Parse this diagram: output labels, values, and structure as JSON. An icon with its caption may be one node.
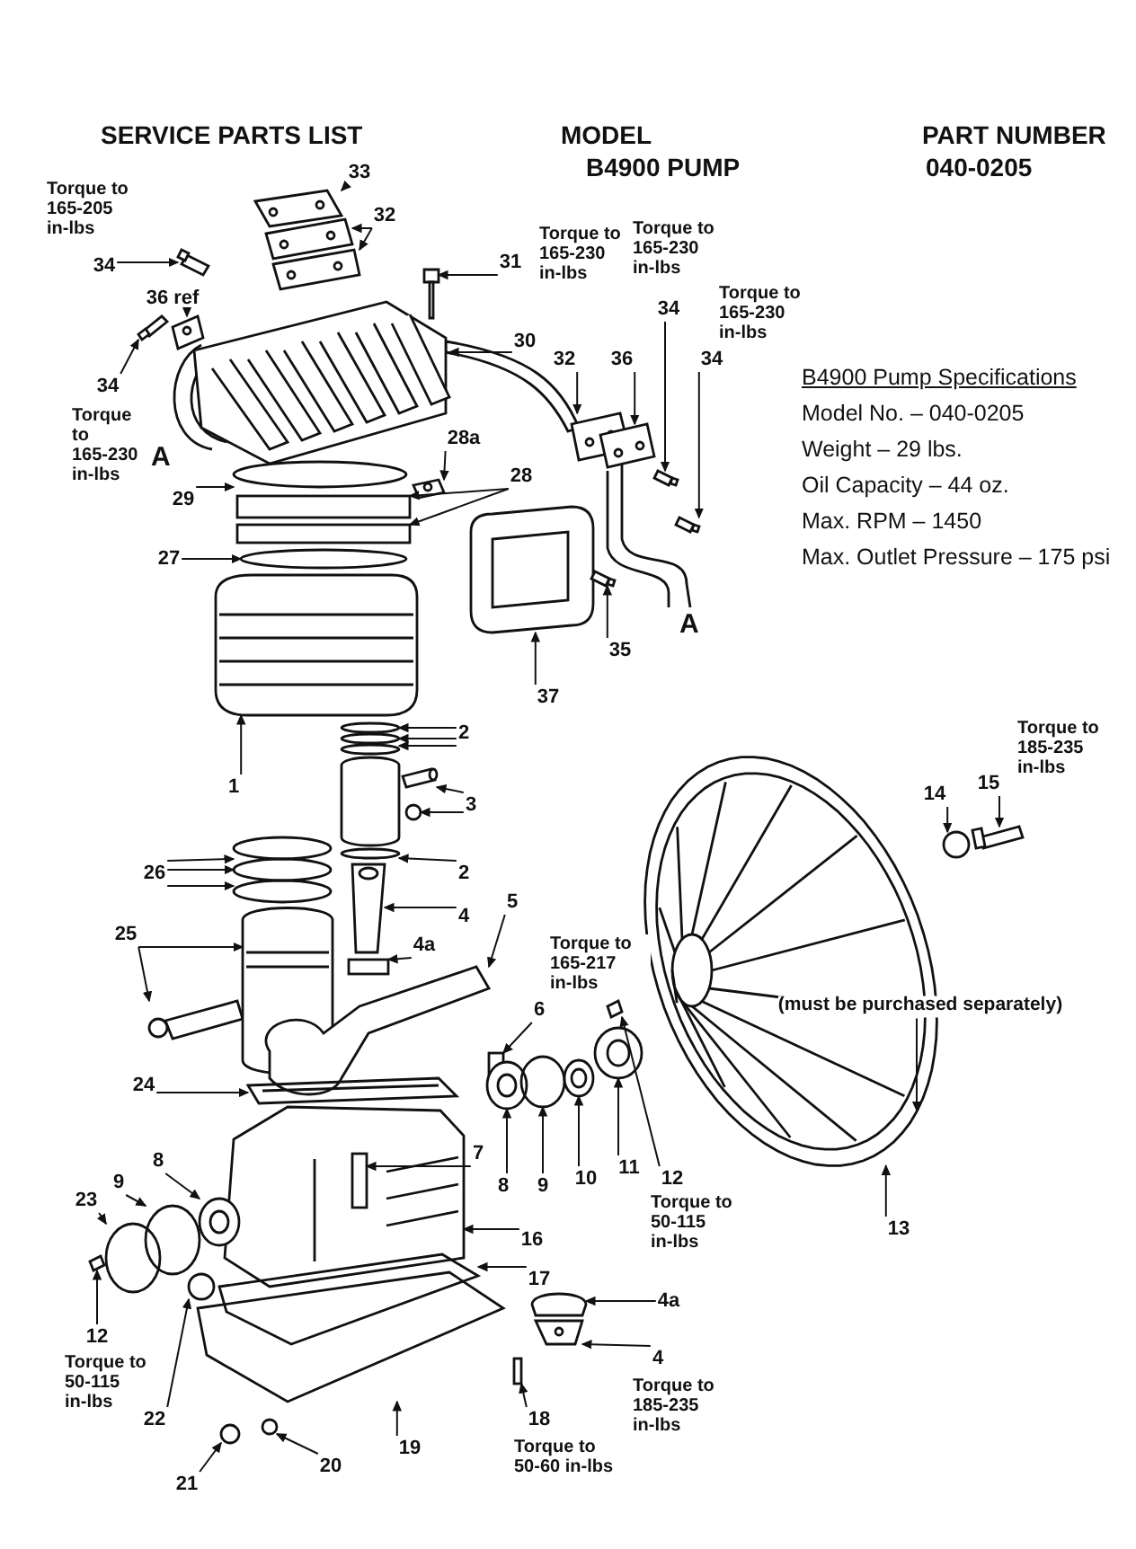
{
  "diagram": {
    "title": "SERVICE PARTS LIST",
    "nodes": [
      {
        "text": [
          "33"
        ]
      },
      {
        "text": [
          "32"
        ]
      },
      {
        "text": [
          "34"
        ],
        "beside": [
          "Torque to 165-205 in-lbs"
        ]
      },
      {
        "text": [
          "36 ref"
        ]
      },
      {
        "text": [
          "31"
        ],
        "beside": [
          "Torque to 165-230 in-lbs"
        ]
      },
      {
        "text": [
          "30"
        ]
      },
      {
        "text": [
          "34"
        ],
        "beside": [
          "Torque to 165-230 in-lbs"
        ]
      },
      {
        "text": [
          "29"
        ]
      },
      {
        "text": [
          "28"
        ]
      },
      {
        "text": [
          "28a"
        ]
      },
      {
        "text": [
          "27"
        ]
      },
      {
        "text": [
          "37"
        ]
      },
      {
        "text": [
          "35"
        ]
      },
      {
        "text": [
          "32"
        ]
      },
      {
        "text": [
          "36"
        ]
      },
      {
        "text": [
          "34"
        ],
        "beside": [
          "Torque to 165-230 in-lbs"
        ]
      },
      {
        "text": [
          "34"
        ],
        "beside": [
          "Torque to 165-230 in-lbs"
        ]
      },
      {
        "text": [
          "1"
        ]
      },
      {
        "text": [
          "2"
        ]
      },
      {
        "text": [
          "3"
        ]
      },
      {
        "text": [
          "2"
        ]
      },
      {
        "text": [
          "4"
        ]
      },
      {
        "text": [
          "26"
        ]
      },
      {
        "text": [
          "25"
        ]
      },
      {
        "text": [
          "4a"
        ]
      },
      {
        "text": [
          "5"
        ]
      },
      {
        "text": [
          "6"
        ],
        "beside": [
          "Torque to 165-217 in-lbs"
        ]
      },
      {
        "text": [
          "24"
        ]
      },
      {
        "text": [
          "7"
        ]
      },
      {
        "text": [
          "8"
        ]
      },
      {
        "text": [
          "9"
        ]
      },
      {
        "text": [
          "10"
        ]
      },
      {
        "text": [
          "11"
        ]
      },
      {
        "text": [
          "12"
        ],
        "beside": [
          "Torque to 50-115 in-lbs"
        ]
      },
      {
        "text": [
          "13"
        ]
      },
      {
        "text": [
          "14"
        ]
      },
      {
        "text": [
          "15"
        ],
        "beside": [
          "Torque to 185-235 in-lbs"
        ]
      },
      {
        "text": [
          "(must be purchased separately)"
        ]
      },
      {
        "text": [
          "8"
        ]
      },
      {
        "text": [
          "9"
        ]
      },
      {
        "text": [
          "23"
        ]
      },
      {
        "text": [
          "12"
        ],
        "beside": [
          "Torque to 50-115 in-lbs"
        ]
      },
      {
        "text": [
          "16"
        ]
      },
      {
        "text": [
          "17"
        ]
      },
      {
        "text": [
          "4a"
        ]
      },
      {
        "text": [
          "4"
        ],
        "beside": [
          "Torque to 185-235 in-lbs"
        ]
      },
      {
        "text": [
          "18"
        ],
        "beside": [
          "Torque to 50-60 in-lbs"
        ]
      },
      {
        "text": [
          "19"
        ]
      },
      {
        "text": [
          "20"
        ]
      },
      {
        "text": [
          "21"
        ]
      },
      {
        "text": [
          "22"
        ]
      },
      {
        "text": [],
        "shape": "picture"
      },
      {
        "text": [],
        "shape": "picture"
      },
      {
        "text": [],
        "shape": "picture"
      },
      {
        "text": [],
        "shape": "picture"
      },
      {
        "text": [],
        "shape": "picture"
      },
      {
        "text": [],
        "shape": "picture"
      },
      {
        "text": [],
        "shape": "picture"
      },
      {
        "text": [],
        "shape": "picture"
      },
      {
        "text": [],
        "shape": "circle"
      },
      {
        "text": [],
        "shape": "box"
      },
      {
        "text": [],
        "shape": "box"
      },
      {
        "text": [],
        "shape": "picture"
      },
      {
        "text": [],
        "shape": "circle"
      },
      {
        "text": [],
        "shape": "picture"
      },
      {
        "text": [],
        "shape": "picture"
      },
      {
        "text": [],
        "shape": "picture"
      },
      {
        "text": [],
        "shape": "picture"
      },
      {
        "text": [],
        "shape": "picture"
      },
      {
        "text": [],
        "shape": "picture"
      },
      {
        "text": [],
        "shape": "picture"
      },
      {
        "text": [],
        "shape": "circle"
      },
      {
        "text": [],
        "shape": "circle"
      },
      {
        "text": [],
        "shape": "circle"
      },
      {
        "text": [],
        "shape": "picture"
      },
      {
        "text": [],
        "shape": "circle"
      },
      {
        "text": [],
        "shape": "circle"
      },
      {
        "text": [],
        "shape": "picture"
      },
      {
        "text": [],
        "shape": "circle"
      },
      {
        "text": [],
        "shape": "circle"
      },
      {
        "text": [],
        "shape": "circle"
      },
      {
        "text": [],
        "shape": "picture"
      },
      {
        "text": [],
        "shape": "picture"
      },
      {
        "text": [],
        "shape": "box"
      },
      {
        "text": [],
        "shape": "picture"
      },
      {
        "text": [],
        "shape": "box"
      },
      {
        "text": [],
        "shape": "picture"
      },
      {
        "text": [],
        "shape": "box",
        "in": 100
      },
      {
        "text": [],
        "shape": "picture"
      },
      {
        "text": [],
        "shape": "circle"
      },
      {
        "text": [],
        "shape": "picture"
      },
      {
        "text": [],
        "shape": "picture"
      },
      {
        "text": [],
        "shape": "picture"
      },
      {
        "text": [],
        "shape": "picture"
      },
      {
        "text": [],
        "shape": "circle"
      },
      {
        "text": [],
        "shape": "picture"
      },
      {
        "text": [],
        "shape": "picture"
      },
      {
        "text": [],
        "shape": "circle"
      },
      {
        "text": [],
        "shape": "circle"
      },
      {
        "text": [],
        "shape": "picture"
      },
      {
        "text": [],
        "shape": "picture"
      },
      {
        "text": [],
        "shape": "picture"
      },
      {
        "text": [],
        "shape": "picture"
      },
      {
        "text": [],
        "shape": "picture"
      },
      {
        "text": [],
        "shape": "box"
      },
      {
        "text": [],
        "shape": "picture"
      },
      {
        "text": [],
        "shape": "circle"
      },
      {
        "text": [],
        "shape": "circle"
      },
      {
        "text": [],
        "shape": "circle"
      }
    ],
    "edges": [
      {
        "from": 0,
        "to": 51,
        "arrow": "to"
      },
      {
        "from": 1,
        "to": 52,
        "arrow": "to"
      },
      {
        "from": 1,
        "to": 53,
        "arrow": "to"
      },
      {
        "from": 2,
        "to": 54,
        "arrow": "to"
      },
      {
        "from": 3,
        "to": 55,
        "arrow": "to"
      },
      {
        "from": 4,
        "to": 56,
        "arrow": "to"
      },
      {
        "from": 5,
        "to": 57,
        "arrow": "to"
      },
      {
        "from": 6,
        "to": 58,
        "arrow": "to"
      },
      {
        "from": 7,
        "to": 59,
        "arrow": "to"
      },
      {
        "from": 8,
        "to": 60,
        "arrow": "to"
      },
      {
        "from": 8,
        "to": 61,
        "arrow": "to"
      },
      {
        "from": 9,
        "to": 62,
        "arrow": "to"
      },
      {
        "from": 10,
        "to": 63,
        "arrow": "to"
      },
      {
        "from": 11,
        "to": 64,
        "arrow": "to"
      },
      {
        "from": 12,
        "to": 65,
        "arrow": "to"
      },
      {
        "from": 13,
        "to": 66,
        "arrow": "to"
      },
      {
        "from": 14,
        "to": 67,
        "arrow": "to"
      },
      {
        "from": 15,
        "to": 68,
        "arrow": "to"
      },
      {
        "from": 16,
        "to": 69,
        "arrow": "to"
      },
      {
        "from": 17,
        "to": 70,
        "arrow": "to"
      },
      {
        "from": 18,
        "to": 71,
        "arrow": "to"
      },
      {
        "from": 18,
        "to": 72,
        "arrow": "to"
      },
      {
        "from": 18,
        "to": 73,
        "arrow": "to"
      },
      {
        "from": 19,
        "to": 74,
        "arrow": "to"
      },
      {
        "from": 19,
        "to": 75,
        "arrow": "to"
      },
      {
        "from": 20,
        "to": 76,
        "arrow": "to"
      },
      {
        "from": 21,
        "to": 77,
        "arrow": "to"
      },
      {
        "from": 22,
        "to": 78,
        "arrow": "to"
      },
      {
        "from": 22,
        "to": 79,
        "arrow": "to"
      },
      {
        "from": 22,
        "to": 80,
        "arrow": "to"
      },
      {
        "from": 23,
        "to": 81,
        "arrow": "to"
      },
      {
        "from": 23,
        "to": 82,
        "arrow": "to"
      },
      {
        "from": 24,
        "to": 83,
        "arrow": "to"
      },
      {
        "from": 25,
        "to": 84,
        "arrow": "to"
      },
      {
        "from": 26,
        "to": 85,
        "arrow": "to"
      },
      {
        "from": 27,
        "to": 86,
        "arrow": "to"
      },
      {
        "from": 28,
        "to": 87,
        "arrow": "to"
      },
      {
        "from": 29,
        "to": 88,
        "arrow": "to"
      },
      {
        "from": 30,
        "to": 89,
        "arrow": "to"
      },
      {
        "from": 31,
        "to": 90,
        "arrow": "to"
      },
      {
        "from": 32,
        "to": 91,
        "arrow": "to"
      },
      {
        "from": 33,
        "to": 92,
        "arrow": "to"
      },
      {
        "from": 34,
        "to": 93,
        "arrow": "to"
      },
      {
        "from": 35,
        "to": 94,
        "arrow": "to"
      },
      {
        "from": 36,
        "to": 95,
        "arrow": "to"
      },
      {
        "from": 37,
        "to": 93,
        "arrow": "to"
      },
      {
        "from": 38,
        "to": 96,
        "arrow": "to"
      },
      {
        "from": 39,
        "to": 97,
        "arrow": "to"
      },
      {
        "from": 40,
        "to": 98,
        "arrow": "to"
      },
      {
        "from": 41,
        "to": 99,
        "arrow": "to"
      },
      {
        "from": 42,
        "to": 100,
        "arrow": "to"
      },
      {
        "from": 43,
        "to": 101,
        "arrow": "to"
      },
      {
        "from": 44,
        "to": 102,
        "arrow": "to"
      },
      {
        "from": 45,
        "to": 103,
        "arrow": "to"
      },
      {
        "from": 46,
        "to": 104,
        "arrow": "to"
      },
      {
        "from": 47,
        "to": 105,
        "arrow": "to"
      },
      {
        "from": 48,
        "to": 106,
        "arrow": "to"
      },
      {
        "from": 49,
        "to": 107,
        "arrow": "to"
      },
      {
        "from": 50,
        "to": 108,
        "arrow": "to"
      }
    ],
    "labels": [
      "MODEL",
      "B4900 PUMP",
      "PART NUMBER",
      "040-0205",
      "B4900 Pump Specifications",
      "Model No. – 040-0205",
      "Weight – 29 lbs.",
      "Oil Capacity – 44 oz.",
      "Max. RPM – 1450",
      "Max. Outlet Pressure – 175 psi",
      "A",
      "A"
    ]
  }
}
